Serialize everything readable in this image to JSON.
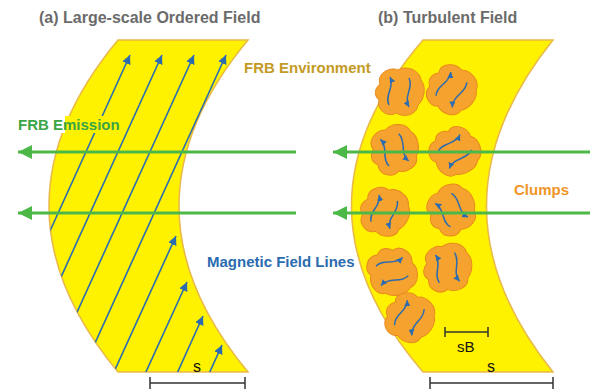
{
  "diagram": {
    "labels": [
      "(a) Large-scale Ordered Field",
      "(b) Turbulent Field",
      "FRB Environment",
      "FRB Emission",
      "Magnetic Field Lines",
      "Clumps",
      "sB",
      "s",
      "s"
    ]
  }
}
